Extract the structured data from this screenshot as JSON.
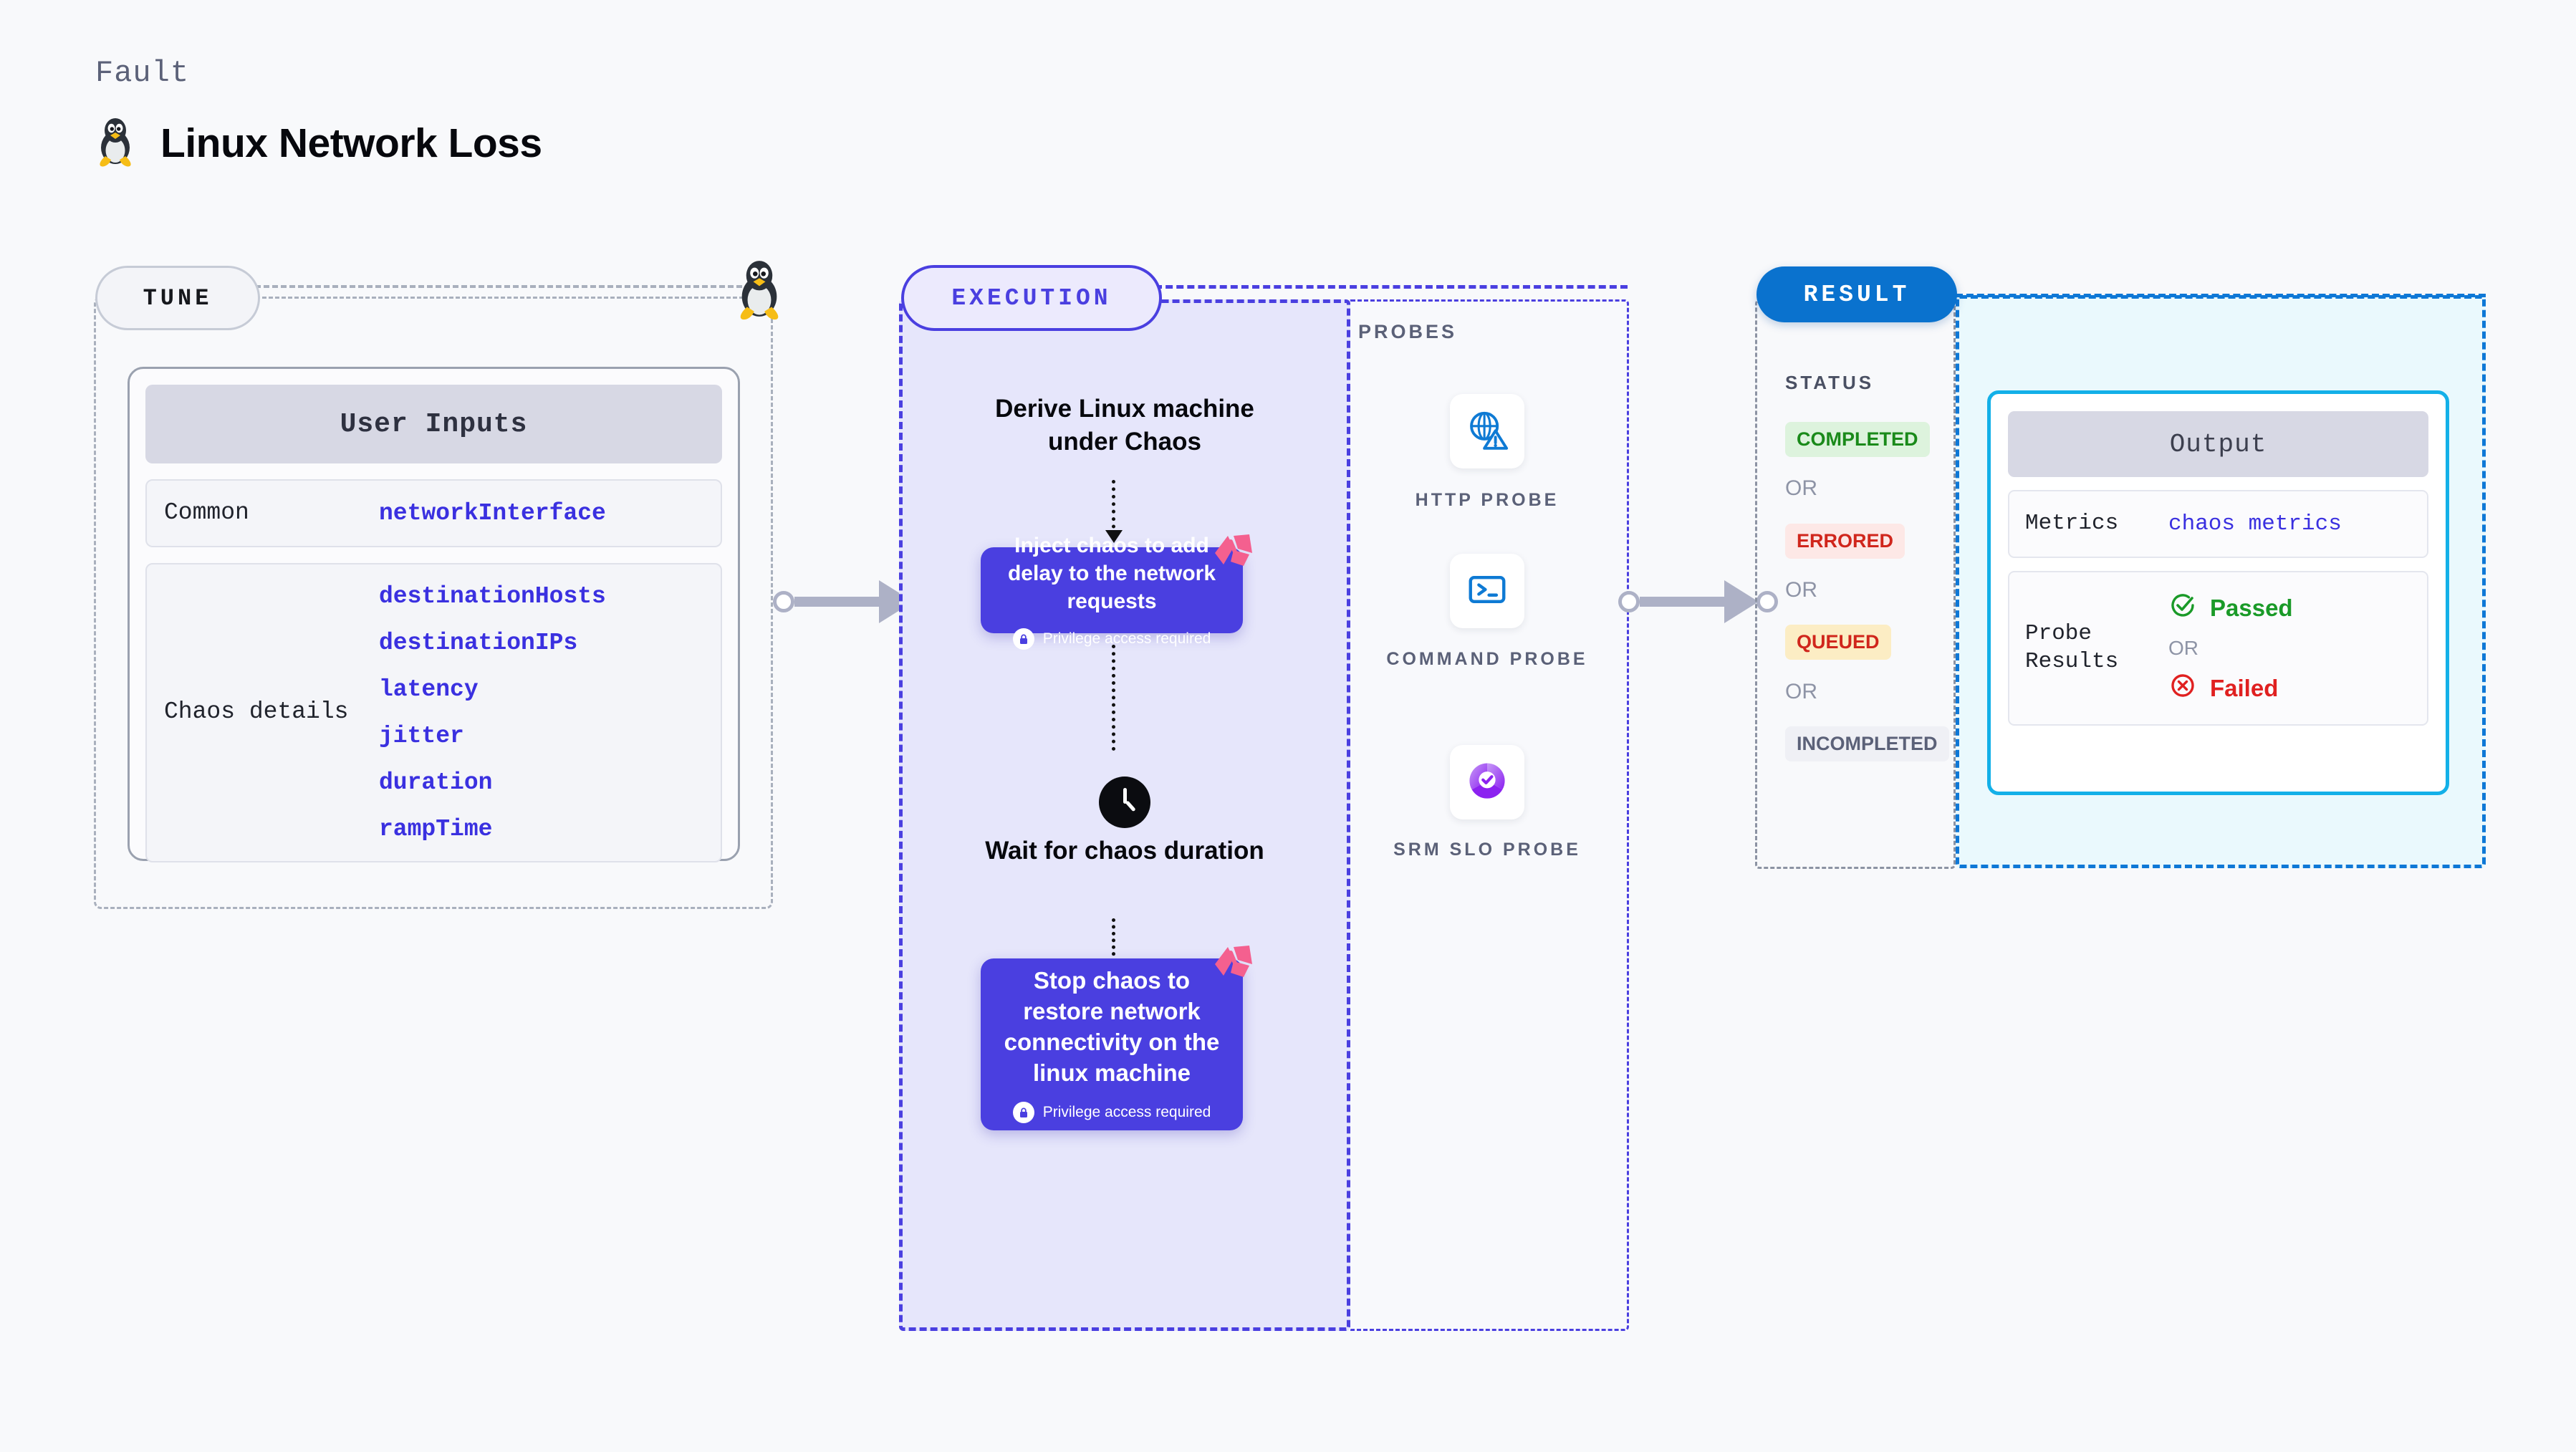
{
  "header": {
    "kicker": "Fault",
    "title": "Linux Network Loss",
    "icon": "linux-penguin-icon"
  },
  "tune": {
    "pill_label": "TUNE",
    "card_title": "User Inputs",
    "groups": [
      {
        "label": "Common",
        "values": [
          "networkInterface"
        ]
      },
      {
        "label": "Chaos details",
        "values": [
          "destinationHosts",
          "destinationIPs",
          "latency",
          "jitter",
          "duration",
          "rampTime"
        ]
      }
    ]
  },
  "execution": {
    "pill_label": "EXECUTION",
    "step1_title": "Derive Linux machine under Chaos",
    "card1_text": "Inject chaos to add delay to the network requests",
    "card1_note": "Privilege access required",
    "step2_title": "Wait for chaos duration",
    "card2_text": "Stop chaos to restore network connectivity on the linux machine",
    "card2_note": "Privilege access required"
  },
  "probes": {
    "section_label": "PROBES",
    "items": [
      {
        "icon": "globe-warning-icon",
        "caption": "HTTP PROBE"
      },
      {
        "icon": "terminal-prompt-icon",
        "caption": "COMMAND PROBE"
      },
      {
        "icon": "slo-check-icon",
        "caption": "SRM SLO PROBE"
      }
    ]
  },
  "result": {
    "pill_label": "RESULT",
    "status_label": "STATUS",
    "or_label": "OR",
    "statuses": [
      {
        "text": "COMPLETED",
        "bg": "#ddf3dd",
        "fg": "#1a8a1a"
      },
      {
        "text": "ERRORED",
        "bg": "#fde8e6",
        "fg": "#d0261c"
      },
      {
        "text": "QUEUED",
        "bg": "#fcedc4",
        "fg": "#d0261c"
      },
      {
        "text": "INCOMPLETED",
        "bg": "#eff0f5",
        "fg": "#5b6178"
      }
    ]
  },
  "output": {
    "card_title": "Output",
    "metrics_label": "Metrics",
    "metrics_value": "chaos metrics",
    "probe_results_label": "Probe Results",
    "passed_label": "Passed",
    "or_label": "OR",
    "failed_label": "Failed",
    "passed_color": "#1a9a28",
    "failed_color": "#e02020"
  },
  "colors": {
    "background": "#f8f9fb",
    "tune_border": "#a9b0bd",
    "execution_accent": "#4a3fe0",
    "execution_fill": "#e6e6fb",
    "result_accent": "#0a72ce",
    "output_accent": "#13b0e8",
    "output_fill": "#eaf9fd",
    "mono_value": "#3a30e0",
    "harness_badge": "#f4608f"
  }
}
